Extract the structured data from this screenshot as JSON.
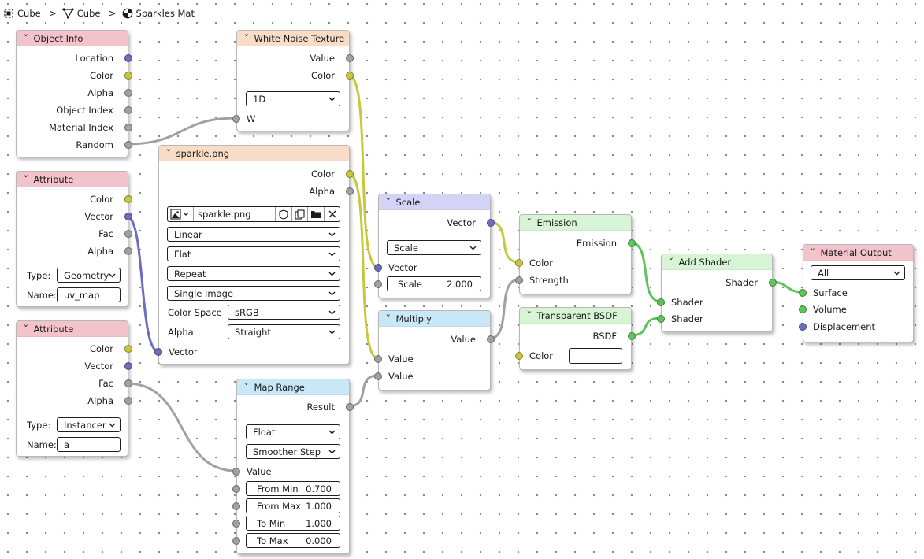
{
  "breadcrumb": {
    "items": [
      {
        "label": "Cube",
        "icon": "object-icon"
      },
      {
        "label": "Cube",
        "icon": "mesh-icon"
      },
      {
        "label": "Sparkles Mat",
        "icon": "material-icon"
      }
    ],
    "separator": ">"
  },
  "colors": {
    "socket_vector": "#6d6dbf",
    "socket_color": "#c7c73d",
    "socket_float": "#a1a1a1",
    "socket_shader": "#5ec55e",
    "header_input": "#f3c3cc",
    "header_texture": "#f9dcc5",
    "header_vector": "#d3d3f6",
    "header_converter": "#c8e8f8",
    "header_shader": "#d7f5d5"
  },
  "nodes": {
    "object_info": {
      "title": "Object Info",
      "outputs": [
        "Location",
        "Color",
        "Alpha",
        "Object Index",
        "Material Index",
        "Random"
      ]
    },
    "attribute1": {
      "title": "Attribute",
      "outputs": [
        "Color",
        "Vector",
        "Fac",
        "Alpha"
      ],
      "type_label": "Type:",
      "type_value": "Geometry",
      "name_label": "Name:",
      "name_value": "uv_map"
    },
    "attribute2": {
      "title": "Attribute",
      "outputs": [
        "Color",
        "Vector",
        "Fac",
        "Alpha"
      ],
      "type_label": "Type:",
      "type_value": "Instancer",
      "name_label": "Name:",
      "name_value": "a"
    },
    "white_noise": {
      "title": "White Noise Texture",
      "outputs": [
        "Value",
        "Color"
      ],
      "dimensions": "1D",
      "input": "W"
    },
    "sparkle_png": {
      "title": "sparkle.png",
      "outputs": [
        "Color",
        "Alpha"
      ],
      "image_name": "sparkle.png",
      "interpolation": "Linear",
      "projection": "Flat",
      "extension": "Repeat",
      "source": "Single Image",
      "color_space_label": "Color Space",
      "color_space": "sRGB",
      "alpha_label": "Alpha",
      "alpha_mode": "Straight",
      "input": "Vector"
    },
    "map_range": {
      "title": "Map Range",
      "output": "Result",
      "data_type": "Float",
      "interpolation": "Smoother Step",
      "value_input": "Value",
      "fields": [
        {
          "label": "From Min",
          "value": "0.700"
        },
        {
          "label": "From Max",
          "value": "1.000"
        },
        {
          "label": "To Min",
          "value": "1.000"
        },
        {
          "label": "To Max",
          "value": "0.000"
        }
      ]
    },
    "scale": {
      "title": "Scale",
      "output": "Vector",
      "operation": "Scale",
      "input": "Vector",
      "field_label": "Scale",
      "field_value": "2.000"
    },
    "multiply": {
      "title": "Multiply",
      "output": "Value",
      "inputs": [
        "Value",
        "Value"
      ]
    },
    "emission": {
      "title": "Emission",
      "output": "Emission",
      "inputs": [
        "Color",
        "Strength"
      ]
    },
    "transparent_bsdf": {
      "title": "Transparent BSDF",
      "output": "BSDF",
      "color_label": "Color",
      "color_value": "#ffffff"
    },
    "add_shader": {
      "title": "Add Shader",
      "output": "Shader",
      "inputs": [
        "Shader",
        "Shader"
      ]
    },
    "material_output": {
      "title": "Material Output",
      "target": "All",
      "inputs": [
        "Surface",
        "Volume",
        "Displacement"
      ]
    }
  }
}
